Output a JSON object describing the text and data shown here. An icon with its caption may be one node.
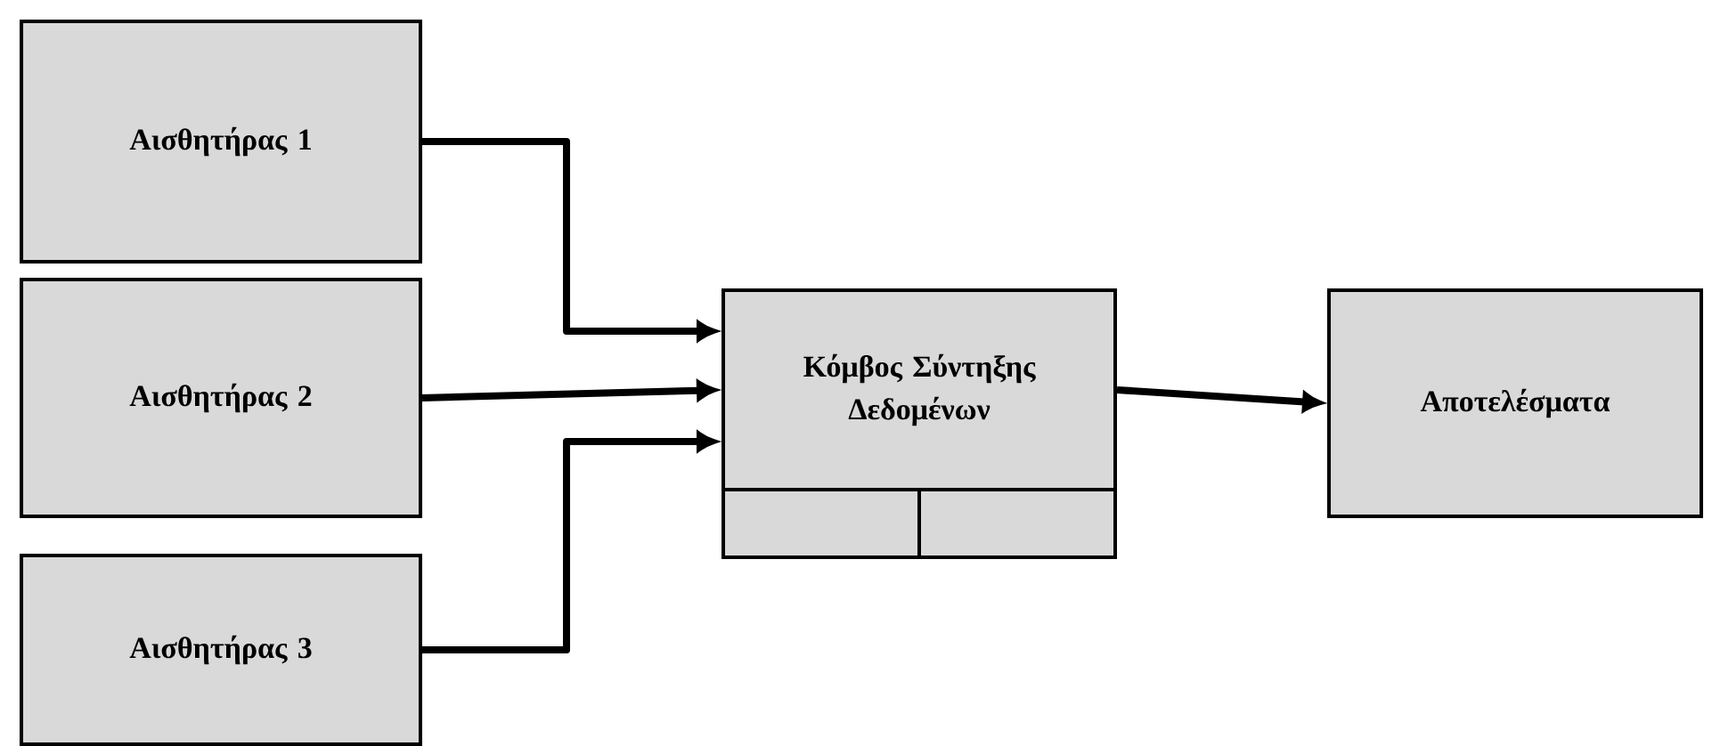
{
  "diagram": {
    "nodes": [
      {
        "text": [
          "Αισθητήρας 1"
        ]
      },
      {
        "text": [
          "Αισθητήρας 2"
        ]
      },
      {
        "text": [
          "Αισθητήρας 3"
        ]
      },
      {
        "text": [
          "Κόμβος Σύντηξης Δεδομένων"
        ]
      },
      {
        "text": [
          "Αποτελέσματα"
        ]
      }
    ],
    "edges": [
      {
        "from": 0,
        "to": 3,
        "arrow": "to"
      },
      {
        "from": 1,
        "to": 3,
        "arrow": "to"
      },
      {
        "from": 2,
        "to": 3,
        "arrow": "to"
      },
      {
        "from": 3,
        "to": 4,
        "arrow": "to"
      }
    ]
  }
}
